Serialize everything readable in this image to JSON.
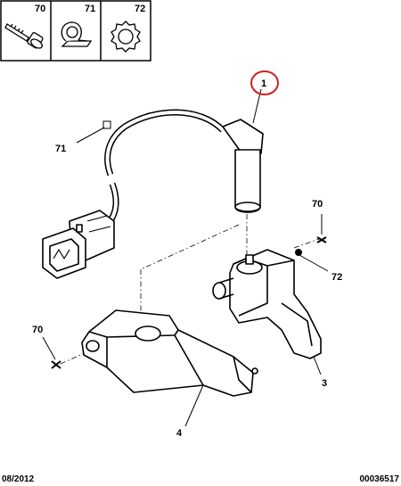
{
  "legend": [
    {
      "ref": "70",
      "icon": "bolt-icon"
    },
    {
      "ref": "71",
      "icon": "cable-clip-icon"
    },
    {
      "ref": "72",
      "icon": "star-washer-icon"
    }
  ],
  "callouts": {
    "sensor": "1",
    "clip": "71",
    "bolt_right": "70",
    "washer": "72",
    "bracket_right": "3",
    "bolt_left": "70",
    "bracket_left": "4"
  },
  "highlight_color": "#cc2222",
  "footer": {
    "date": "08/2012",
    "reference": "00036517"
  }
}
